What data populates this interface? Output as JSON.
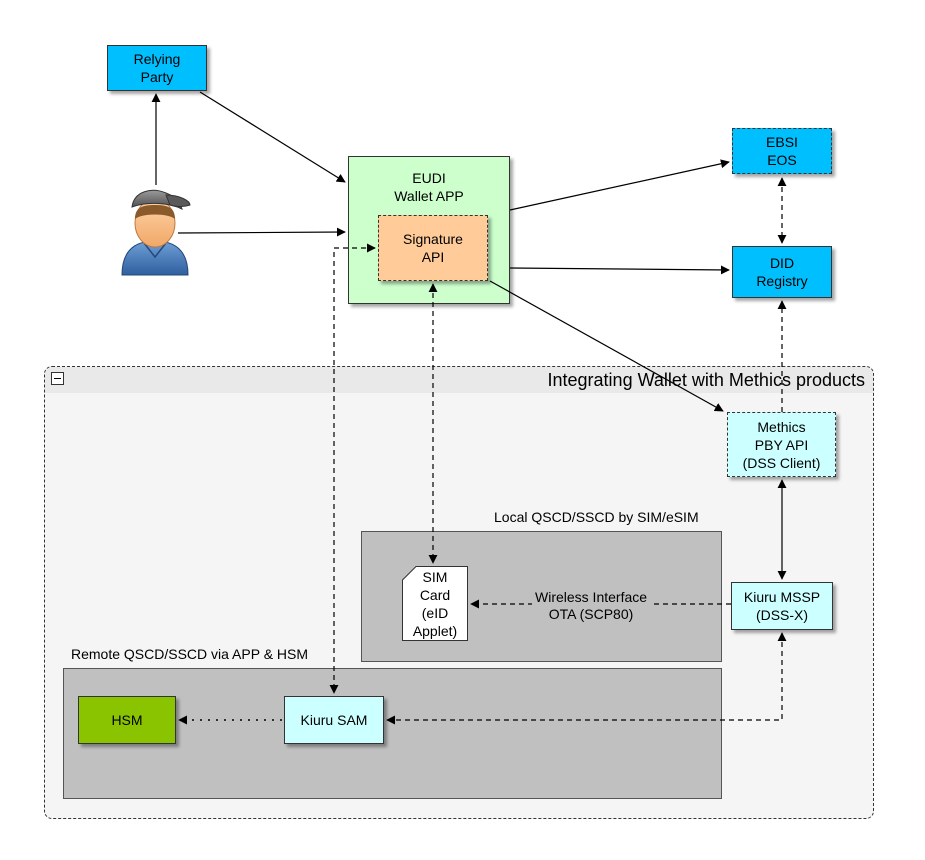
{
  "groups": {
    "integrating": {
      "title": "Integrating Wallet with Methics products"
    },
    "local": {
      "title": "Local QSCD/SSCD by SIM/eSIM"
    },
    "remote": {
      "title": "Remote QSCD/SSCD via APP & HSM"
    }
  },
  "nodes": {
    "relying_party": {
      "line1": "Relying",
      "line2": "Party"
    },
    "wallet_app": {
      "line1": "EUDI",
      "line2": "Wallet APP"
    },
    "signature_api": {
      "line1": "Signature",
      "line2": "API"
    },
    "ebsi_eos": {
      "line1": "EBSI",
      "line2": "EOS"
    },
    "did_registry": {
      "line1": "DID",
      "line2": "Registry"
    },
    "methics_pby": {
      "line1": "Methics",
      "line2": "PBY API",
      "line3": "(DSS Client)"
    },
    "kiuru_mssp": {
      "line1": "Kiuru MSSP",
      "line2": "(DSS-X)"
    },
    "sim_card": {
      "line1": "SIM",
      "line2": "Card",
      "line3": "(eID",
      "line4": "Applet)"
    },
    "kiuru_sam": {
      "label": "Kiuru SAM"
    },
    "hsm": {
      "label": "HSM"
    }
  },
  "edges": {
    "wireless": {
      "line1": "Wireless Interface",
      "line2": "OTA (SCP80)"
    }
  },
  "icons": {
    "user": "user-icon",
    "collapse": "minus-icon"
  },
  "colors": {
    "blue_node": "#00bfff",
    "cyan_node": "#ccffff",
    "wallet": "#ccffcc",
    "signature": "#ffcc99",
    "hsm": "#8ac400",
    "group_gray": "#c0c0c0"
  }
}
